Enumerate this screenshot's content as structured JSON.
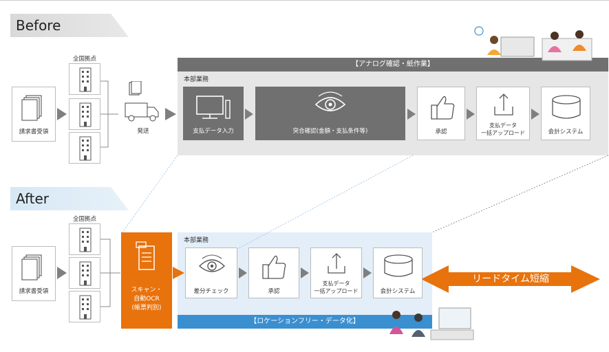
{
  "before": {
    "tag": "Before",
    "receipt": "請求書受領",
    "branches": "全国拠点",
    "shipping": "発送",
    "banner": "【アナログ確認・紙作業】",
    "dept": "本部業務",
    "steps": [
      "支払データ入力",
      "突合確認(金額・支払条件等)",
      "承認",
      "支払データ\n一括アップロード",
      "会計システム"
    ]
  },
  "after": {
    "tag": "After",
    "receipt": "請求書受領",
    "branches": "全国拠点",
    "scan": "スキャン・\n自動OCR\n(帳票判別)",
    "dept": "本部業務",
    "banner": "【ロケーションフリー・データ化】",
    "steps": [
      "差分チェック",
      "承認",
      "支払データ\n一括アップロード",
      "会計システム"
    ],
    "leadtime": "リードタイム短縮"
  },
  "colors": {
    "orange": "#e8720c",
    "blue": "#3a8fd0",
    "gray": "#707070",
    "lightblue": "#e3eef8",
    "lightgray": "#e6e6e6"
  }
}
